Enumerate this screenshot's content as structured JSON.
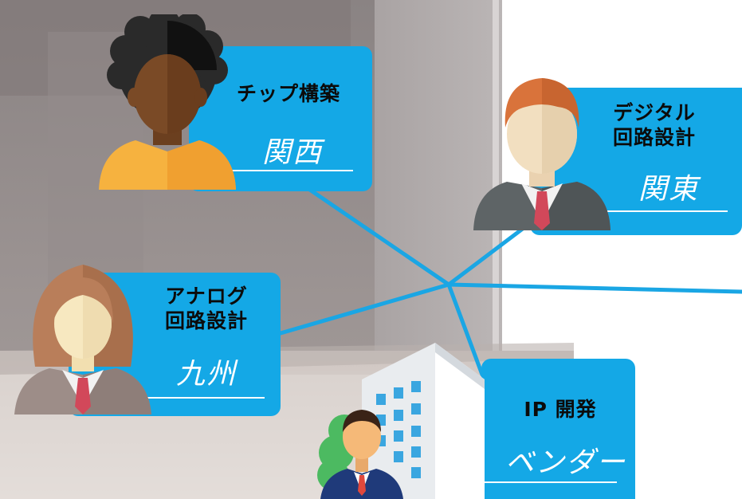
{
  "nodes": {
    "chip": {
      "role": "チップ構築",
      "region": "関西"
    },
    "digital": {
      "role": "デジタル\n回路設計",
      "region": "関東"
    },
    "analog": {
      "role": "アナログ\n回路設計",
      "region": "九州"
    },
    "ip": {
      "role": "IP 開発",
      "region": "ベンダー"
    }
  },
  "colors": {
    "card": "#14a8e6",
    "line": "#1aa6e4",
    "text": "#0b0b0b",
    "region_text": "#ffffff"
  }
}
